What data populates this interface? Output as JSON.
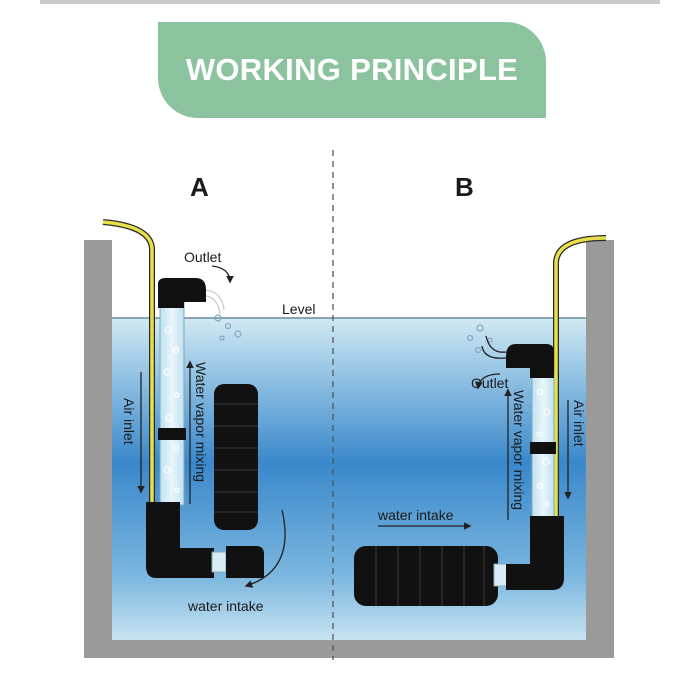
{
  "title": "WORKING PRINCIPLE",
  "panels": {
    "a": {
      "letter": "A",
      "outlet": "Outlet",
      "level": "Level",
      "air_inlet": "Air inlet",
      "water_vapor_mixing": "Water vapor mixing",
      "water_intake": "water intake"
    },
    "b": {
      "letter": "B",
      "outlet": "Outlet",
      "air_inlet": "Air inlet",
      "water_vapor_mixing": "Water vapor mixing",
      "water_intake": "water intake"
    }
  },
  "colors": {
    "banner": "#8cc39f",
    "tank_wall": "#9a9a9a",
    "water_top": "#c5e2ef",
    "water_mid": "#3f8fcf",
    "air_tube": "#e8e04a",
    "filter_black": "#111111"
  }
}
